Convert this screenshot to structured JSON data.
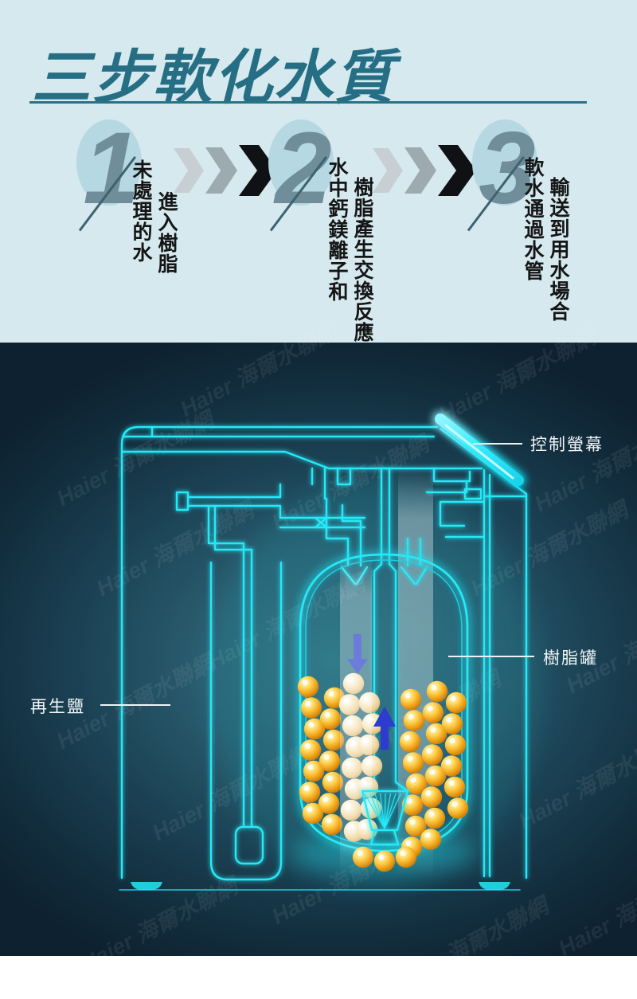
{
  "header": {
    "title": "三步軟化水質",
    "steps": [
      {
        "number": "1",
        "line1": "未處理的水",
        "line2": "進入樹脂"
      },
      {
        "number": "2",
        "line1": "水中鈣鎂離子和",
        "line2": "樹脂產生交換反應"
      },
      {
        "number": "3",
        "line1": "軟水通過水管",
        "line2": "輸送到用水場合"
      }
    ]
  },
  "diagram": {
    "labels": {
      "control_screen": "控制螢幕",
      "resin_tank": "樹脂罐",
      "regen_salt": "再生鹽"
    },
    "watermark": "Haier 海爾水聯網",
    "colors": {
      "glow_cyan": "#25e8f7",
      "bead_gold": "#f0a51a",
      "arrow_blue": "#3346d2",
      "title_teal": "#256e83"
    }
  }
}
